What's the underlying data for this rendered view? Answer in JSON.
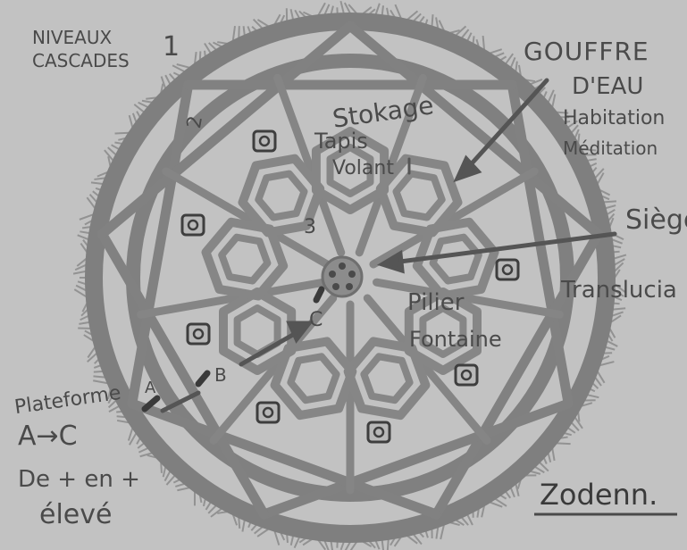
{
  "labels": {
    "niveaux": "NIVEAUX",
    "cascades": "CASCADES",
    "level1": "1",
    "level2": "2",
    "level3": "3",
    "gouffre": "GOUFFRE",
    "deau": "D'EAU",
    "habitation": "Habitation",
    "meditation": "Méditation",
    "stokage": "Stokage",
    "tapis": "Tapis",
    "volant": "Volant",
    "siege": "Siège",
    "translucia": "Translucia",
    "pilier": "Pilier",
    "fontaine": "Fontaine",
    "plateforme": "Plateforme",
    "a_to_c": "A→C",
    "de_plus": "De + en +",
    "eleve": "élevé",
    "marker_a": "A",
    "marker_b": "B",
    "marker_c": "C",
    "signature": "Zodenn."
  },
  "colors": {
    "background": "#c2c2c2",
    "ring": "#7f7f7f",
    "ink": "#4a4a4a",
    "dark_ink": "#3a3a3a"
  }
}
